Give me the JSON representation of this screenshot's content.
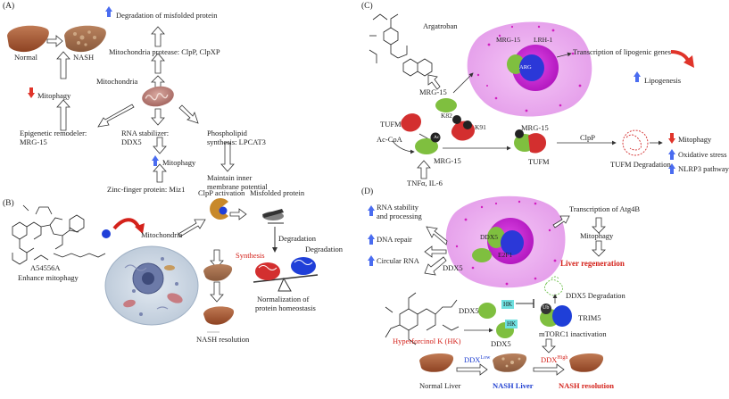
{
  "panels": {
    "a": {
      "label": "(A)",
      "normal": "Normal",
      "nash": "NASH",
      "degradation": "Degradation of  misfolded protein",
      "protease": "Mitochondria protease: ClpP, ClpXP",
      "mitochondria": "Mitochondria",
      "mitophagy_left": "Mitophagy",
      "epigenetic": "Epigenetic remodeler:",
      "mrg15": "MRG-15",
      "rna_stab": "RNA stabilizer:",
      "ddx5": "DDX5",
      "phospho": "Phospholipid",
      "phospho2": "synthesis: LPCAT3",
      "mitophagy_mid": "Mitophagy",
      "zinc": "Zinc-finger protein: Miz1",
      "maintain": "Maintain inner",
      "maintain2": "membrane potential"
    },
    "b": {
      "label": "(B)",
      "compound": "A54556A",
      "enhance": "Enhance mitophagy",
      "mitochondria": "Mitochondria",
      "clpp": "ClpP activation",
      "misfolded": "Misfolded protein",
      "degradation_v": "Degradation",
      "synthesis": "Synthesis",
      "degradation": "Degradation",
      "normalization": "Normalization of",
      "normalization2": "protein homeostasis",
      "resolution": "NASH resolution"
    },
    "c": {
      "label": "(C)",
      "argatroban": "Argatroban",
      "mrg15_top": "MRG-15",
      "lrh1": "LRH-1",
      "arg": "ARG",
      "transcription": "Transcription of lipogenic genes",
      "lipogenesis": "Lipogenesis",
      "mrg15_mid": "MRG-15",
      "tufm": "TUFM",
      "k82": "K82",
      "k91": "K91",
      "acoa": "Ac-CoA",
      "mrg15_low": "MRG-15",
      "tnf": "TNFα, IL-6",
      "mrg15_right": "MRG-15",
      "tufm_right": "TUFM",
      "clpp": "ClpP",
      "tufm_deg": "TUFM Degradation",
      "mitophagy": "Mitophagy",
      "oxidative": "Oxidative stress",
      "nlrp3": "NLRP3 pathway",
      "ac": "Ac"
    },
    "d": {
      "label": "(D)",
      "rna": "RNA stability",
      "rna2": "and processing",
      "dna": "DNA repair",
      "circ": "Circular RNA",
      "ddx5_cell": "DDX5",
      "ddx5_nuc": "DDX5",
      "e2f1": "E2F1",
      "transcription": "Transcription of Atg4B",
      "mitophagy": "Mitophagy",
      "liver_regen": "Liver regeneration",
      "ddx5_deg": "DDX5 Degradation",
      "hk": "HK",
      "hk2": "HK",
      "ddx5_a": "DDX5",
      "ddx5_b": "DDX5",
      "trim5": "TRIM5",
      "ub": "Ub",
      "compound": "Hyperforcinol K (HK)",
      "mtorc": "mTORC1 inactivation",
      "ddx_low": "DDX",
      "ddx_low_sup": "Low",
      "ddx_high": "DDX",
      "ddx_high_sup": "High",
      "normal_liver": "Normal Liver",
      "nash_liver": "NASH Liver",
      "nash_res": "NASH resolution"
    }
  },
  "colors": {
    "up_arrow": "#4a6cf0",
    "down_arrow": "#e0342a",
    "red_text": "#d4221b",
    "blue_text": "#1f3fd0",
    "liver": "#a0522d",
    "cell": "#e9a6ee",
    "nucleus": "#cc1fd8",
    "green_protein": "#7fbf3f",
    "red_protein": "#d32f2f",
    "blue_protein": "#1f3fd8"
  }
}
